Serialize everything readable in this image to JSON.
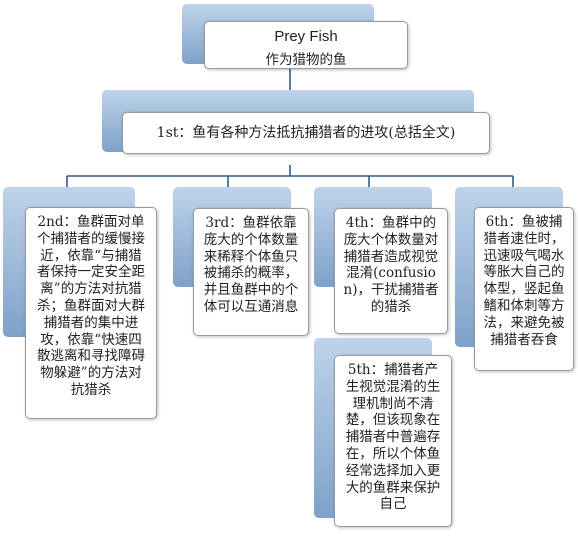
{
  "root": {
    "title": "Prey Fish",
    "subtitle": "作为猎物的鱼"
  },
  "level1": {
    "text": "1st：鱼有各种方法抵抗捕猎者的进攻(总括全文)"
  },
  "level2": [
    {
      "text": "2nd：鱼群面对单个捕猎者的缓慢接近，依靠“与捕猎者保持一定安全距离”的方法对抗猎杀；鱼群面对大群捕猎者的集中进攻，依靠“快速四散逃离和寻找障碍物躲避”的方法对抗猎杀"
    },
    {
      "text": "3rd：鱼群依靠庞大的个体数量来稀释个体鱼只被捕杀的概率，并且鱼群中的个体可以互通消息"
    },
    {
      "text": "4th：鱼群中的庞大个体数量对捕猎者造成视觉混淆(confusion)，干扰捕猎者的猎杀"
    },
    {
      "text": "6th：鱼被捕猎者逮住时，迅速吸气喝水等胀大自己的体型，竖起鱼鳍和体刺等方法，来避免被捕猎者吞食"
    }
  ],
  "level3": {
    "text": "5th：捕猎者产生视觉混淆的生理机制尚不清楚，但该现象在捕猎者中普遍存在，所以个体鱼经常选择加入更大的鱼群来保护自己"
  },
  "colors": {
    "line": "#2e5a86",
    "shadow_top": "#bfd3ea",
    "shadow_bottom": "#7ea1c9",
    "border": "#9a9a9a"
  }
}
